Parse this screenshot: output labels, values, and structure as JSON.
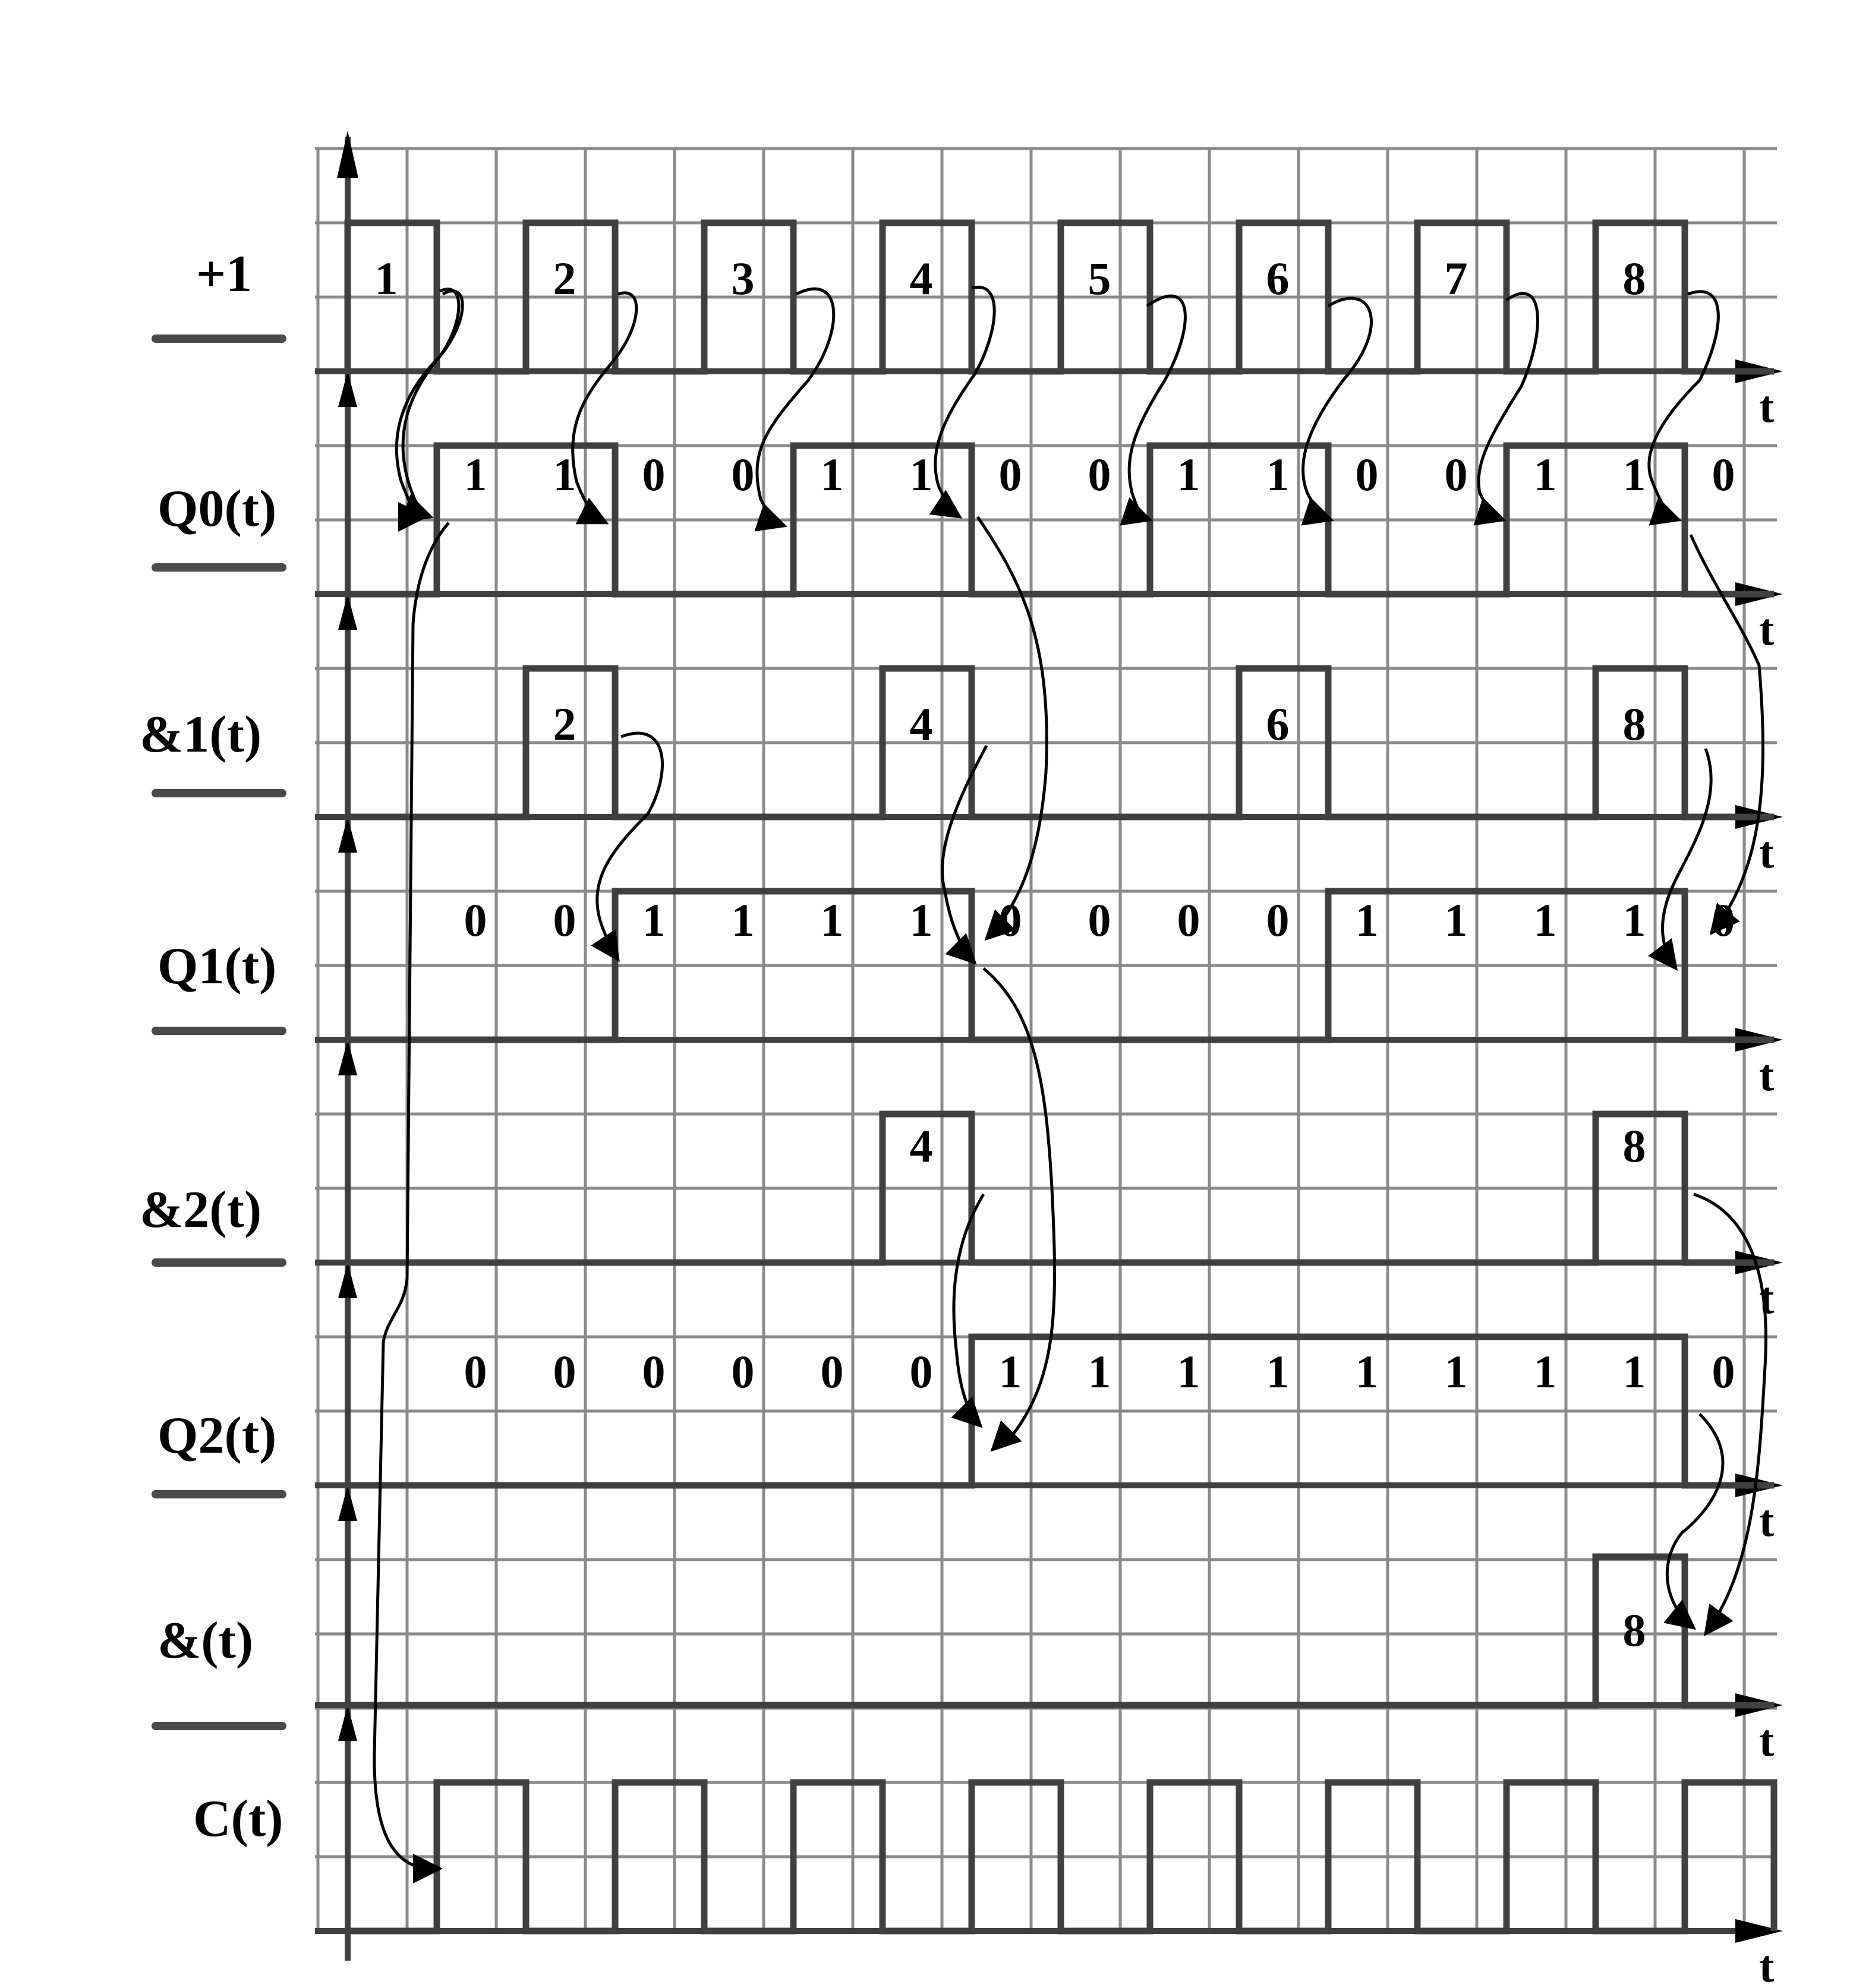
{
  "signals": [
    {
      "id": "plus1",
      "label": "+1",
      "time_label": "t",
      "pulses": [
        [
          0,
          1
        ],
        [
          2,
          3
        ],
        [
          4,
          5
        ],
        [
          6,
          7
        ],
        [
          8,
          9
        ],
        [
          10,
          11
        ],
        [
          12,
          13
        ],
        [
          14,
          15
        ]
      ],
      "pulse_labels": [
        "1",
        "2",
        "3",
        "4",
        "5",
        "6",
        "7",
        "8"
      ]
    },
    {
      "id": "q0",
      "label": "Q0(t)",
      "time_label": "t",
      "pulses": [
        [
          1,
          3
        ],
        [
          5,
          7
        ],
        [
          9,
          11
        ],
        [
          13,
          15
        ]
      ],
      "values": [
        "1",
        "1",
        "0",
        "0",
        "1",
        "1",
        "0",
        "0",
        "1",
        "1",
        "0",
        "0",
        "1",
        "1",
        "0"
      ]
    },
    {
      "id": "and1",
      "label": "&1(t)",
      "time_label": "t",
      "pulses": [
        [
          2,
          3
        ],
        [
          6,
          7
        ],
        [
          10,
          11
        ],
        [
          14,
          15
        ]
      ],
      "pulse_labels": [
        "2",
        "4",
        "6",
        "8"
      ]
    },
    {
      "id": "q1",
      "label": "Q1(t)",
      "time_label": "t",
      "pulses": [
        [
          3,
          7
        ],
        [
          11,
          15
        ]
      ],
      "values": [
        "0",
        "0",
        "1",
        "1",
        "1",
        "1",
        "0",
        "0",
        "0",
        "0",
        "1",
        "1",
        "1",
        "1",
        "0"
      ]
    },
    {
      "id": "and2",
      "label": "&2(t)",
      "time_label": "t",
      "pulses": [
        [
          6,
          7
        ],
        [
          14,
          15
        ]
      ],
      "pulse_labels": [
        "4",
        "8"
      ]
    },
    {
      "id": "q2",
      "label": "Q2(t)",
      "time_label": "t",
      "pulses": [
        [
          7,
          15
        ]
      ],
      "values": [
        "0",
        "0",
        "0",
        "0",
        "0",
        "0",
        "1",
        "1",
        "1",
        "1",
        "1",
        "1",
        "1",
        "1",
        "0"
      ]
    },
    {
      "id": "and",
      "label": "&(t)",
      "time_label": "t",
      "pulses": [
        [
          14,
          15
        ]
      ],
      "pulse_labels": [
        "8"
      ]
    },
    {
      "id": "c",
      "label": "C(t)",
      "time_label": "t",
      "pulses": [
        [
          1,
          2
        ],
        [
          3,
          4
        ],
        [
          5,
          6
        ],
        [
          7,
          8
        ],
        [
          9,
          10
        ],
        [
          11,
          12
        ],
        [
          13,
          14
        ],
        [
          15,
          16
        ]
      ]
    }
  ]
}
